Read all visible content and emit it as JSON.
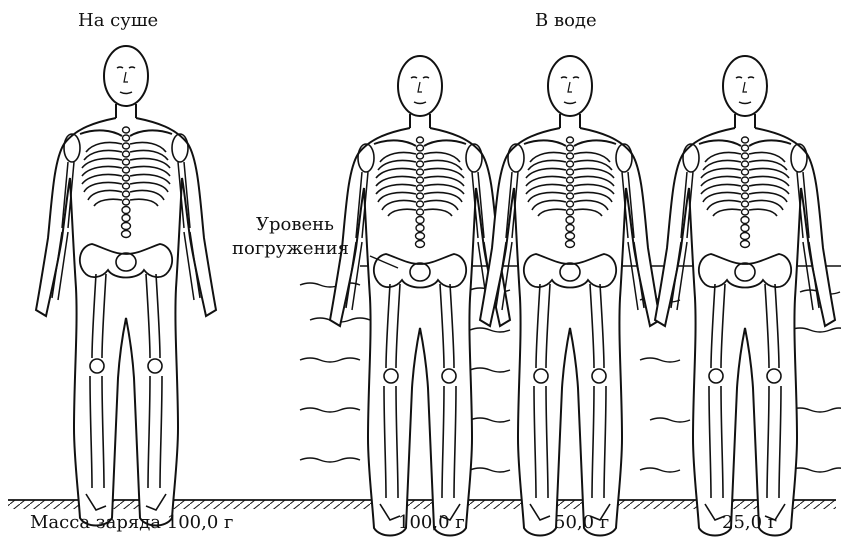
{
  "headings": {
    "land": "На суше",
    "water": "В воде"
  },
  "immersion_label": {
    "line1": "Уровень",
    "line2": "погружения"
  },
  "masses": {
    "caption": "Масса заряда 100,0 г",
    "fig2": "100,0 г",
    "fig3": "50,0 г",
    "fig4": "25,0 г"
  },
  "colors": {
    "ink": "#111111",
    "background": "#ffffff"
  }
}
